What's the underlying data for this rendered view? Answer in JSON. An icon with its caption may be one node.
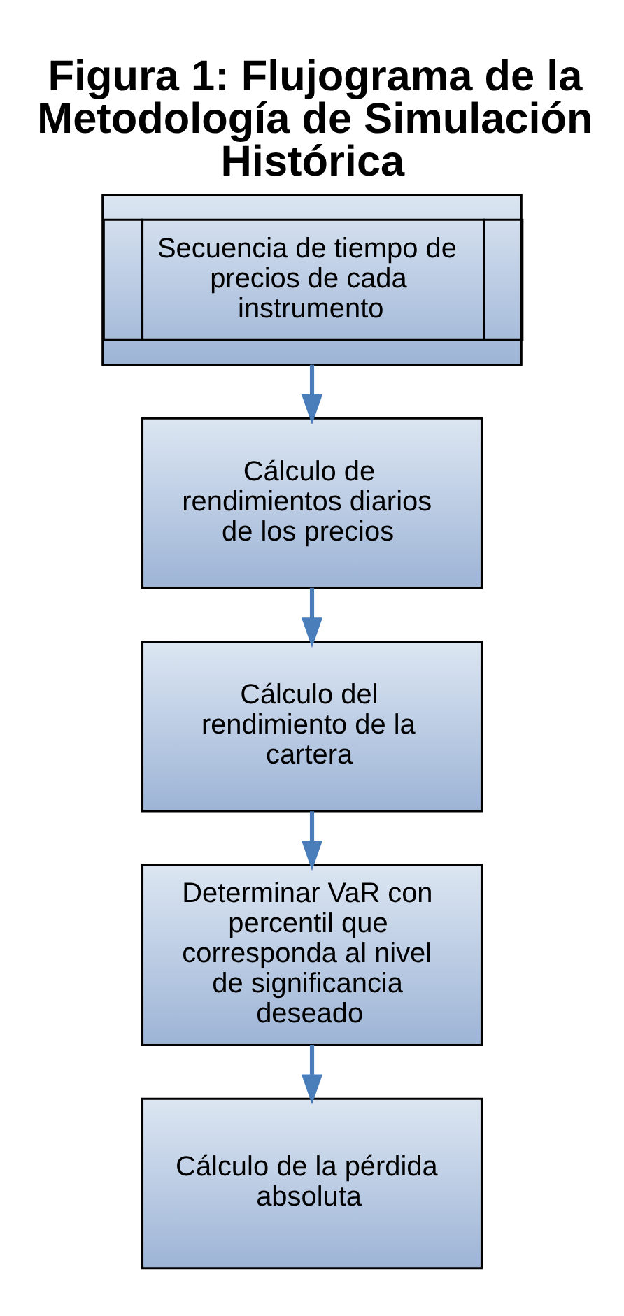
{
  "diagram": {
    "title": "Figura 1: Flujograma de la Metodología de Simulación Histórica",
    "nodes": [
      {
        "text": [
          "Secuencia de tiempo de precios de cada instrumento"
        ]
      },
      {
        "text": [
          "Cálculo de rendimientos diarios de los precios"
        ]
      },
      {
        "text": [
          "Cálculo del rendimiento de la cartera"
        ]
      },
      {
        "text": [
          "Determinar VaR con percentil que corresponda al nivel de significancia deseado"
        ]
      },
      {
        "text": [
          "Cálculo de la pérdida absoluta"
        ]
      }
    ],
    "edges": [
      {
        "from": 0,
        "to": 1,
        "arrow": "to"
      },
      {
        "from": 1,
        "to": 2,
        "arrow": "to"
      },
      {
        "from": 2,
        "to": 3,
        "arrow": "to"
      },
      {
        "from": 3,
        "to": 4,
        "arrow": "to"
      }
    ]
  }
}
